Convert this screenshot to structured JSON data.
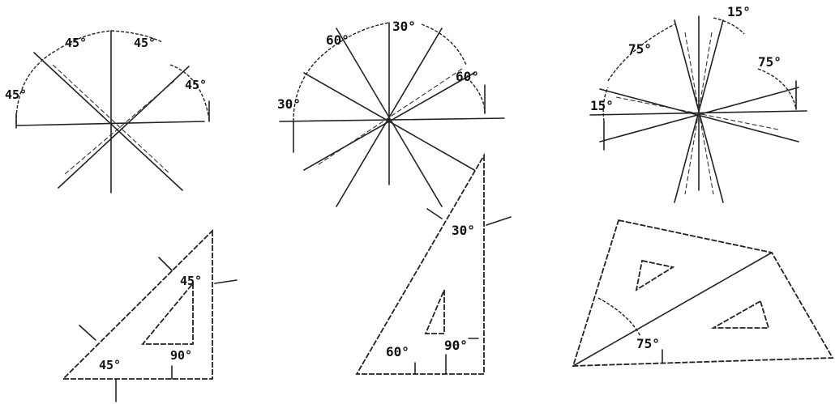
{
  "diagrams": {
    "rosette_45": {
      "angles": [
        "45°",
        "45°",
        "45°",
        "45°"
      ]
    },
    "rosette_30_60": {
      "angles": [
        "60°",
        "30°",
        "60°",
        "30°"
      ]
    },
    "rosette_15_75": {
      "angles": [
        "15°",
        "75°",
        "75°",
        "15°"
      ]
    },
    "square_45": {
      "angles": [
        "45°",
        "45°",
        "90°"
      ]
    },
    "square_30_60": {
      "angles": [
        "30°",
        "60°",
        "90°"
      ]
    },
    "combined": {
      "angles": [
        "75°"
      ]
    }
  }
}
